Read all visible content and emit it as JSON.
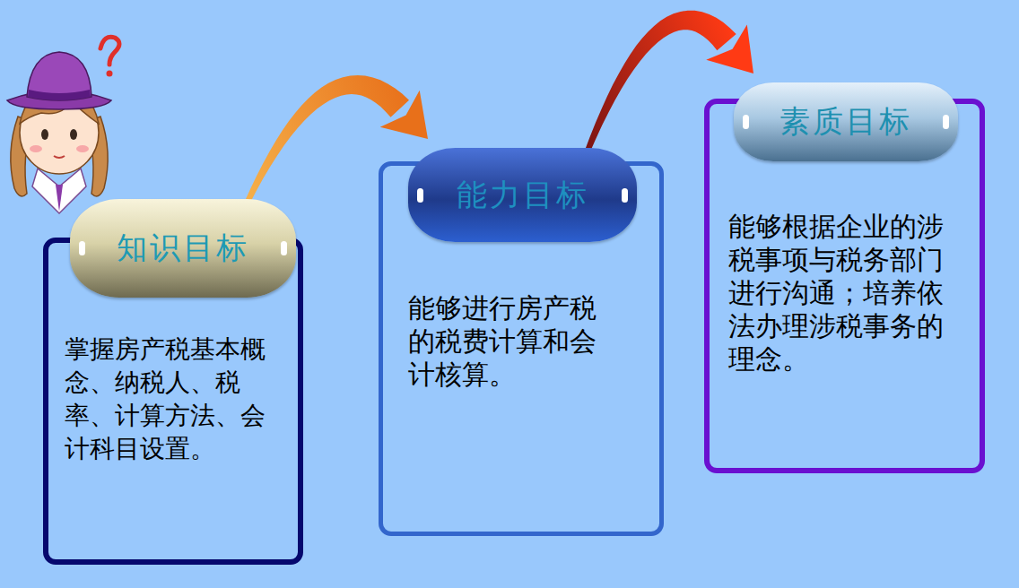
{
  "diagram": {
    "nodes": [
      {
        "text": [
          "知识目标",
          "掌握房产税基本概念、纳税人、税率、计算方法、会计科目设置。"
        ]
      },
      {
        "text": [
          "能力目标",
          "能够进行房产税的税费计算和会计核算。"
        ]
      },
      {
        "text": [
          "素质目标",
          "能够根据企业的涉税事项与税务部门进行沟通；培养依法办理涉税事务的理念。"
        ]
      }
    ],
    "edges": [
      {
        "from": 0,
        "to": 1,
        "arrow": "to"
      },
      {
        "from": 1,
        "to": 2,
        "arrow": "to"
      }
    ]
  }
}
